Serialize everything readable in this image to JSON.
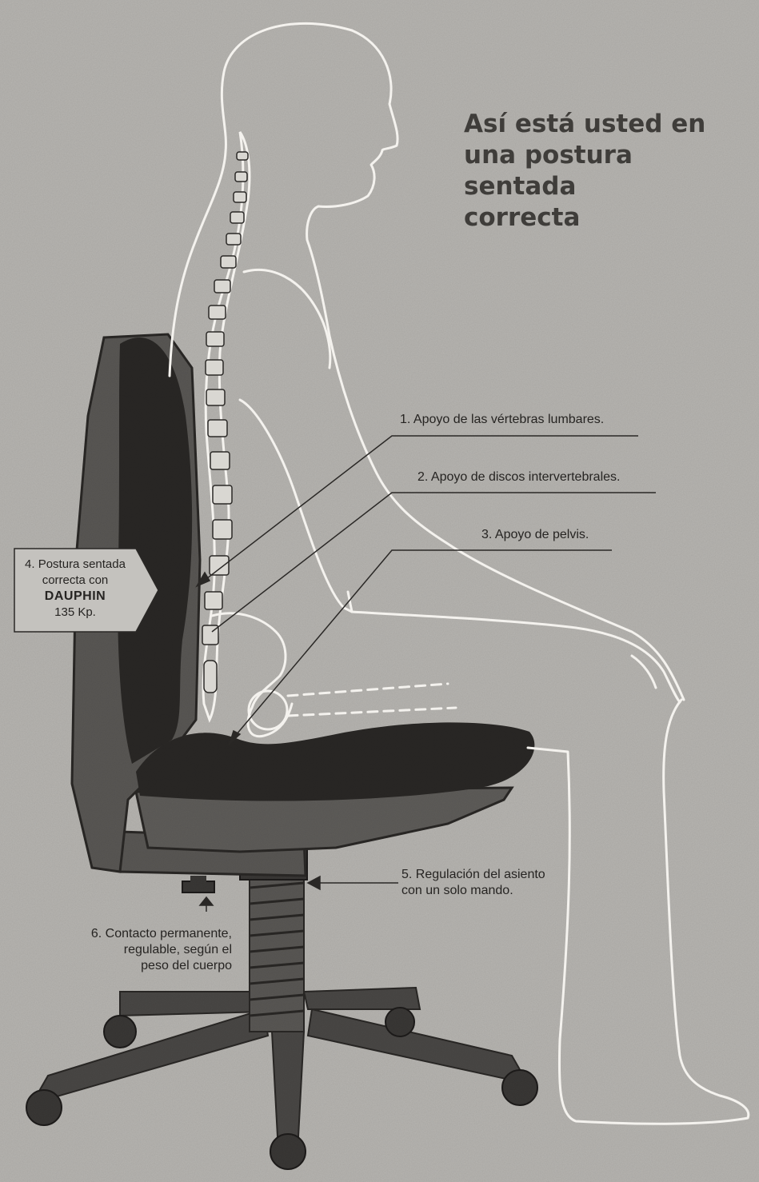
{
  "title_lines": [
    "Así está usted en",
    "una postura sentada",
    "correcta"
  ],
  "callouts": {
    "c1": "1. Apoyo de las vértebras lumbares.",
    "c2": "2. Apoyo de discos intervertebrales.",
    "c3": "3. Apoyo de pelvis.",
    "c4_lines": [
      "4. Postura sentada",
      "correcta con"
    ],
    "c4_brand": "DAUPHIN",
    "c4_weight": "135 Kp.",
    "c5_lines": [
      "5. Regulación del asiento",
      "con un solo mando."
    ],
    "c6_lines": [
      "6. Contacto permanente,",
      "regulable, según el",
      "peso del cuerpo"
    ]
  },
  "colors": {
    "background": "#b8b6b2",
    "chair_dark": "#2a2826",
    "chair_frame": "#5a5855",
    "outline": "#f2f0ec",
    "text": "#262422"
  }
}
